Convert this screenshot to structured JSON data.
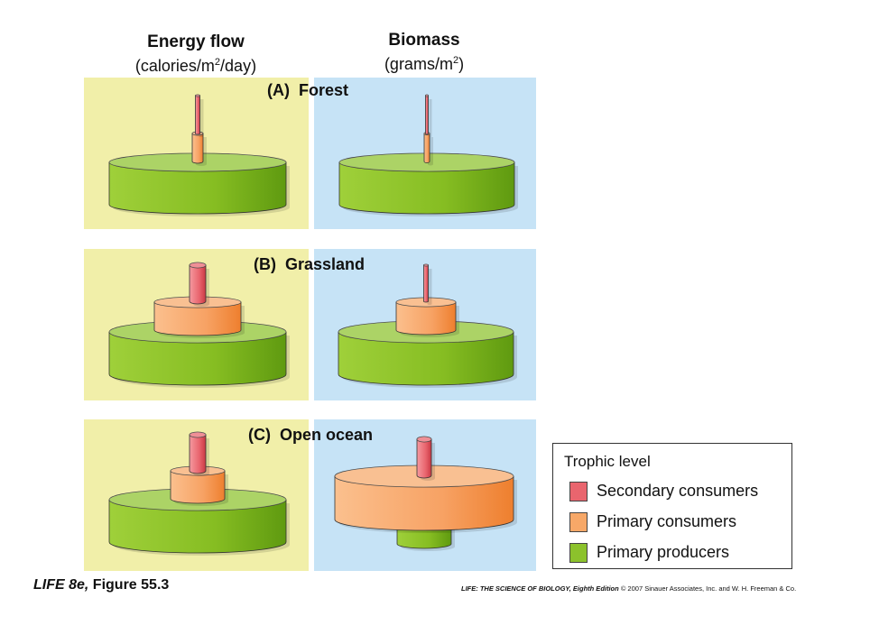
{
  "headers": {
    "energy": {
      "title": "Energy flow",
      "unit_pre": "(calories/m",
      "unit_sup": "2",
      "unit_post": "/day)"
    },
    "biomass": {
      "title": "Biomass",
      "unit_pre": "(grams/m",
      "unit_sup": "2",
      "unit_post": ")"
    }
  },
  "colors": {
    "energy_bg": "#f1efa9",
    "biomass_bg": "#c6e3f6",
    "producers": "#8cc22c",
    "primary": "#f7a868",
    "secondary": "#e9656e"
  },
  "panels": [
    {
      "id": "forest",
      "label": "(A)  Forest",
      "energy": [
        {
          "level": "producers"
        },
        {
          "level": "primary"
        },
        {
          "level": "secondary"
        }
      ],
      "biomass": [
        {
          "level": "producers"
        },
        {
          "level": "primary"
        },
        {
          "level": "secondary"
        }
      ]
    },
    {
      "id": "grassland",
      "label": "(B)  Grassland",
      "energy": [
        {
          "level": "producers"
        },
        {
          "level": "primary"
        },
        {
          "level": "secondary"
        }
      ],
      "biomass": [
        {
          "level": "producers"
        },
        {
          "level": "primary"
        },
        {
          "level": "secondary"
        }
      ]
    },
    {
      "id": "ocean",
      "label": "(C)  Open ocean",
      "energy": [
        {
          "level": "producers"
        },
        {
          "level": "primary"
        },
        {
          "level": "secondary"
        }
      ],
      "biomass": [
        {
          "level": "producers"
        },
        {
          "level": "primary"
        },
        {
          "level": "secondary"
        }
      ]
    }
  ],
  "legend": {
    "title": "Trophic level",
    "items": [
      {
        "label": "Secondary consumers",
        "level": "secondary"
      },
      {
        "label": "Primary consumers",
        "level": "primary"
      },
      {
        "label": "Primary producers",
        "level": "producers"
      }
    ]
  },
  "footer": {
    "left_italic": "LIFE 8e,",
    "left_rest": " Figure 55.3",
    "right_italic": "LIFE: THE SCIENCE OF BIOLOGY, Eighth Edition",
    "right_rest": "  © 2007 Sinauer Associates, Inc. and W. H. Freeman & Co."
  }
}
